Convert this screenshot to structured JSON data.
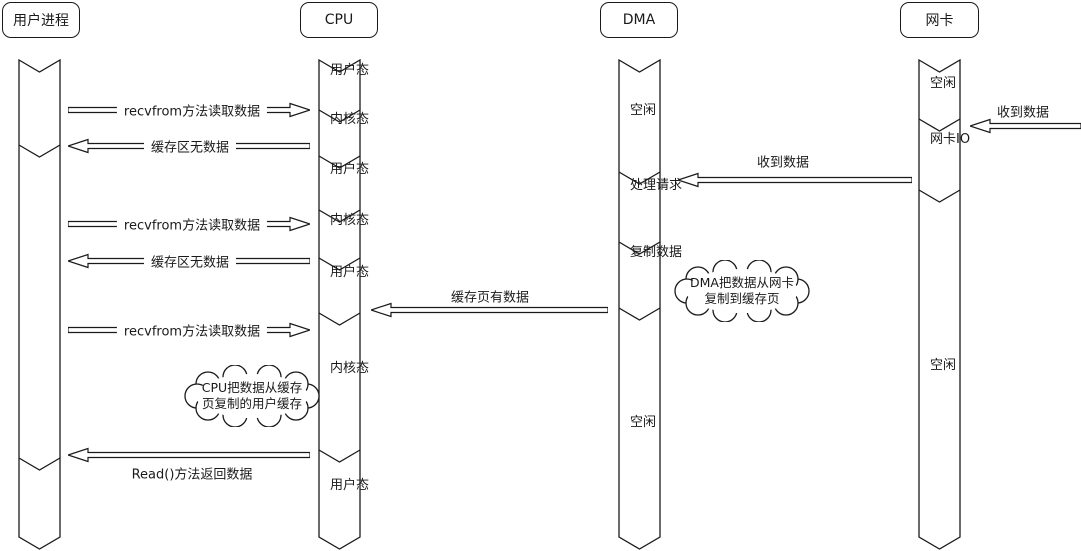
{
  "colors": {
    "stroke": "#1a1a1a",
    "background": "#ffffff"
  },
  "lifelines": [
    {
      "title": "用户进程",
      "segments": []
    },
    {
      "title": "CPU",
      "segments": [
        "用户态",
        "内核态",
        "用户态",
        "内核态",
        "用户态",
        "内核态",
        "用户态"
      ]
    },
    {
      "title": "DMA",
      "segments": [
        "空闲",
        "处理请求",
        "复制数据",
        "空闲"
      ]
    },
    {
      "title": "网卡",
      "segments": [
        "空闲",
        "网卡IO",
        "空闲"
      ]
    }
  ],
  "messages": [
    {
      "label": "recvfrom方法读取数据",
      "from": "用户进程",
      "to": "CPU",
      "direction": "right"
    },
    {
      "label": "缓存区无数据",
      "from": "CPU",
      "to": "用户进程",
      "direction": "left"
    },
    {
      "label": "recvfrom方法读取数据",
      "from": "用户进程",
      "to": "CPU",
      "direction": "right"
    },
    {
      "label": "缓存区无数据",
      "from": "CPU",
      "to": "用户进程",
      "direction": "left"
    },
    {
      "label": "recvfrom方法读取数据",
      "from": "用户进程",
      "to": "CPU",
      "direction": "right"
    },
    {
      "label": "Read()方法返回数据",
      "from": "CPU",
      "to": "用户进程",
      "direction": "left"
    },
    {
      "label": "收到数据",
      "from": "外部",
      "to": "网卡",
      "direction": "left"
    },
    {
      "label": "收到数据",
      "from": "网卡",
      "to": "DMA",
      "direction": "left"
    },
    {
      "label": "缓存页有数据",
      "from": "DMA",
      "to": "CPU",
      "direction": "left"
    }
  ],
  "notes": [
    {
      "lines": [
        "CPU把数据从缓存",
        "页复制的用户缓存"
      ]
    },
    {
      "lines": [
        "DMA把数据从网卡",
        "复制到缓存页"
      ]
    }
  ]
}
